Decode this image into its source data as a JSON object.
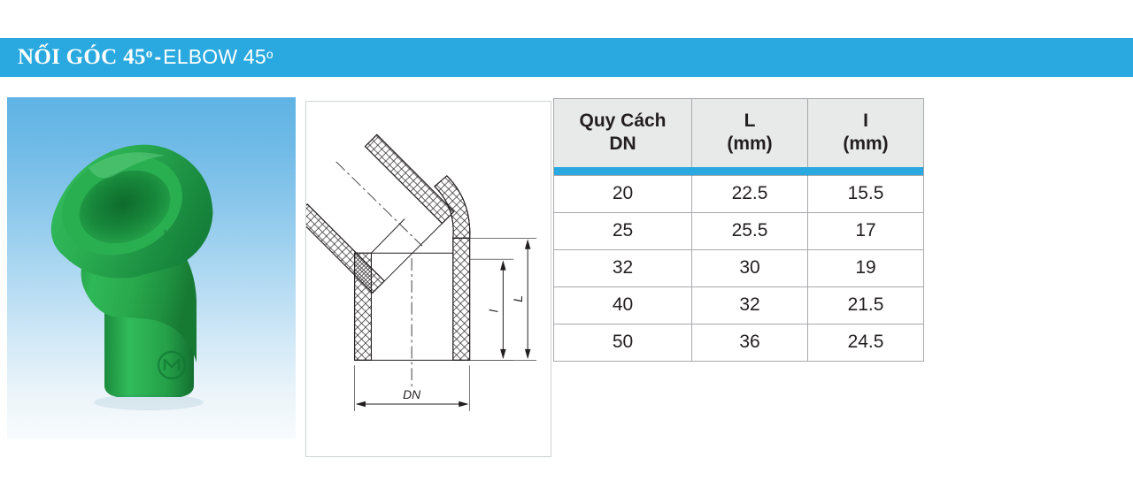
{
  "header": {
    "title_vn": "NỐI GÓC 45",
    "degree": "o",
    "separator": "-",
    "title_en": "ELBOW 45",
    "bar_color": "#29A9DF",
    "text_color": "#FFFFFF"
  },
  "product_photo": {
    "alt": "green-ppr-45-degree-elbow-fitting",
    "body_color": "#28A84A",
    "background_top": "#5FB3E4",
    "background_bottom": "#F7FBFD",
    "logo_mark": "M"
  },
  "drawing": {
    "alt": "45-degree-elbow-cross-section-technical-drawing",
    "labels": {
      "diameter": "DN",
      "inner_depth": "l",
      "outer_length": "L"
    },
    "line_color": "#231F20",
    "border_color": "#CFD3D6"
  },
  "table": {
    "accent_color": "#29A9DF",
    "header_bg": "#E8E9E9",
    "border_color": "#A9A9AD",
    "columns": [
      {
        "line1": "Quy Cách",
        "line2": "DN"
      },
      {
        "line1": "L",
        "line2": "(mm)"
      },
      {
        "line1": "I",
        "line2": "(mm)"
      }
    ],
    "rows": [
      {
        "dn": "20",
        "l": "22.5",
        "i": "15.5"
      },
      {
        "dn": "25",
        "l": "25.5",
        "i": "17"
      },
      {
        "dn": "32",
        "l": "30",
        "i": "19"
      },
      {
        "dn": "40",
        "l": "32",
        "i": "21.5"
      },
      {
        "dn": "50",
        "l": "36",
        "i": "24.5"
      }
    ]
  }
}
